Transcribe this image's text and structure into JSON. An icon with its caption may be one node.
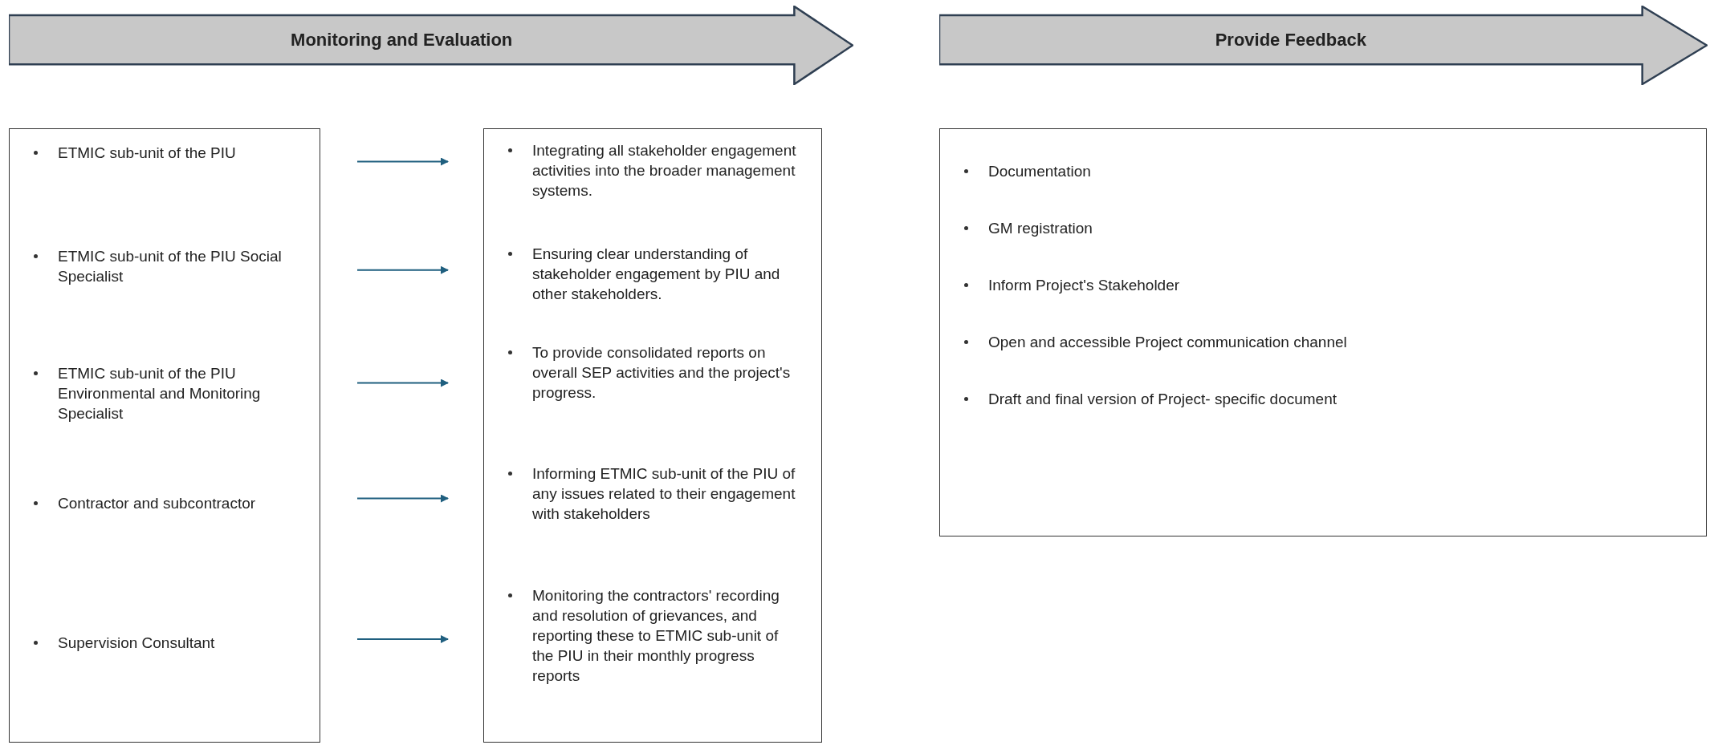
{
  "diagram": {
    "nodes": [
      {
        "text": [
          "Monitoring and Evaluation"
        ]
      },
      {
        "text": [
          "Provide Feedback"
        ]
      },
      {
        "text": [],
        "shape": "box"
      },
      {
        "text": [
          "ETMIC sub-unit of the PIU"
        ],
        "in": 2
      },
      {
        "text": [
          "ETMIC sub-unit of the PIU Social Specialist"
        ],
        "in": 2
      },
      {
        "text": [
          "ETMIC sub-unit of the PIU Environmental and Monitoring Specialist"
        ],
        "in": 2
      },
      {
        "text": [
          "Contractor and subcontractor"
        ],
        "in": 2
      },
      {
        "text": [
          "Supervision Consultant"
        ],
        "in": 2
      },
      {
        "text": [],
        "shape": "box"
      },
      {
        "text": [
          "Integrating all stakeholder engagement activities into the broader management systems."
        ],
        "in": 8
      },
      {
        "text": [
          "Ensuring clear understanding of stakeholder engagement by PIU and other stakeholders."
        ],
        "in": 8
      },
      {
        "text": [
          "To provide consolidated reports on overall SEP activities and the project's progress."
        ],
        "in": 8
      },
      {
        "text": [
          "Informing ETMIC sub-unit of the PIU of any issues related to their engagement with stakeholders"
        ],
        "in": 8
      },
      {
        "text": [
          "Monitoring the contractors' recording and resolution of grievances, and reporting these to ETMIC sub-unit of the PIU in their monthly progress reports"
        ],
        "in": 8
      },
      {
        "text": [
          "Documentation",
          "GM registration",
          "Inform Project's Stakeholder",
          "Open and accessible Project communication channel",
          "Draft and final version of Project- specific document"
        ]
      }
    ],
    "edges": [
      {
        "from": 3,
        "to": 9,
        "arrow": "to"
      },
      {
        "from": 4,
        "to": 10,
        "arrow": "to"
      },
      {
        "from": 5,
        "to": 11,
        "arrow": "to"
      },
      {
        "from": 6,
        "to": 12,
        "arrow": "to"
      },
      {
        "from": 7,
        "to": 13,
        "arrow": "to"
      }
    ]
  }
}
